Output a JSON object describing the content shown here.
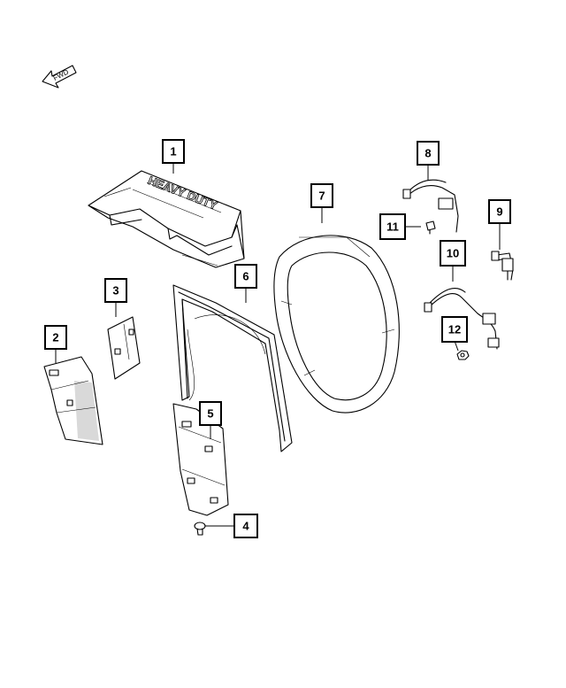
{
  "orientation": {
    "label": "FWD"
  },
  "decal_text": "HEAVY DUTY",
  "callouts": [
    {
      "id": "1",
      "label": "1"
    },
    {
      "id": "2",
      "label": "2"
    },
    {
      "id": "3",
      "label": "3"
    },
    {
      "id": "4",
      "label": "4"
    },
    {
      "id": "5",
      "label": "5"
    },
    {
      "id": "6",
      "label": "6"
    },
    {
      "id": "7",
      "label": "7"
    },
    {
      "id": "8",
      "label": "8"
    },
    {
      "id": "9",
      "label": "9"
    },
    {
      "id": "10",
      "label": "10"
    },
    {
      "id": "11",
      "label": "11"
    },
    {
      "id": "12",
      "label": "12"
    }
  ]
}
